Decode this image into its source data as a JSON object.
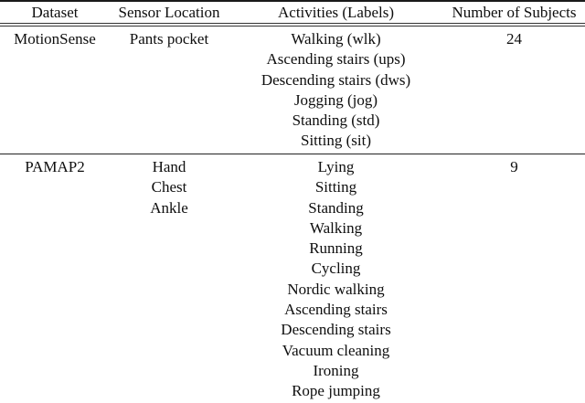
{
  "table": {
    "columns": [
      "Dataset",
      "Sensor Location",
      "Activities (Labels)",
      "Number of Subjects"
    ],
    "rows": [
      {
        "dataset": "MotionSense",
        "sensor_locations": [
          "Pants pocket"
        ],
        "activities": [
          "Walking (wlk)",
          "Ascending stairs (ups)",
          "Descending stairs (dws)",
          "Jogging (jog)",
          "Standing (std)",
          "Sitting (sit)"
        ],
        "num_subjects": "24"
      },
      {
        "dataset": "PAMAP2",
        "sensor_locations": [
          "Hand",
          "Chest",
          "Ankle"
        ],
        "activities": [
          "Lying",
          "Sitting",
          "Standing",
          "Walking",
          "Running",
          "Cycling",
          "Nordic walking",
          "Ascending stairs",
          "Descending stairs",
          "Vacuum cleaning",
          "Ironing",
          "Rope jumping"
        ],
        "num_subjects": "9"
      }
    ]
  }
}
